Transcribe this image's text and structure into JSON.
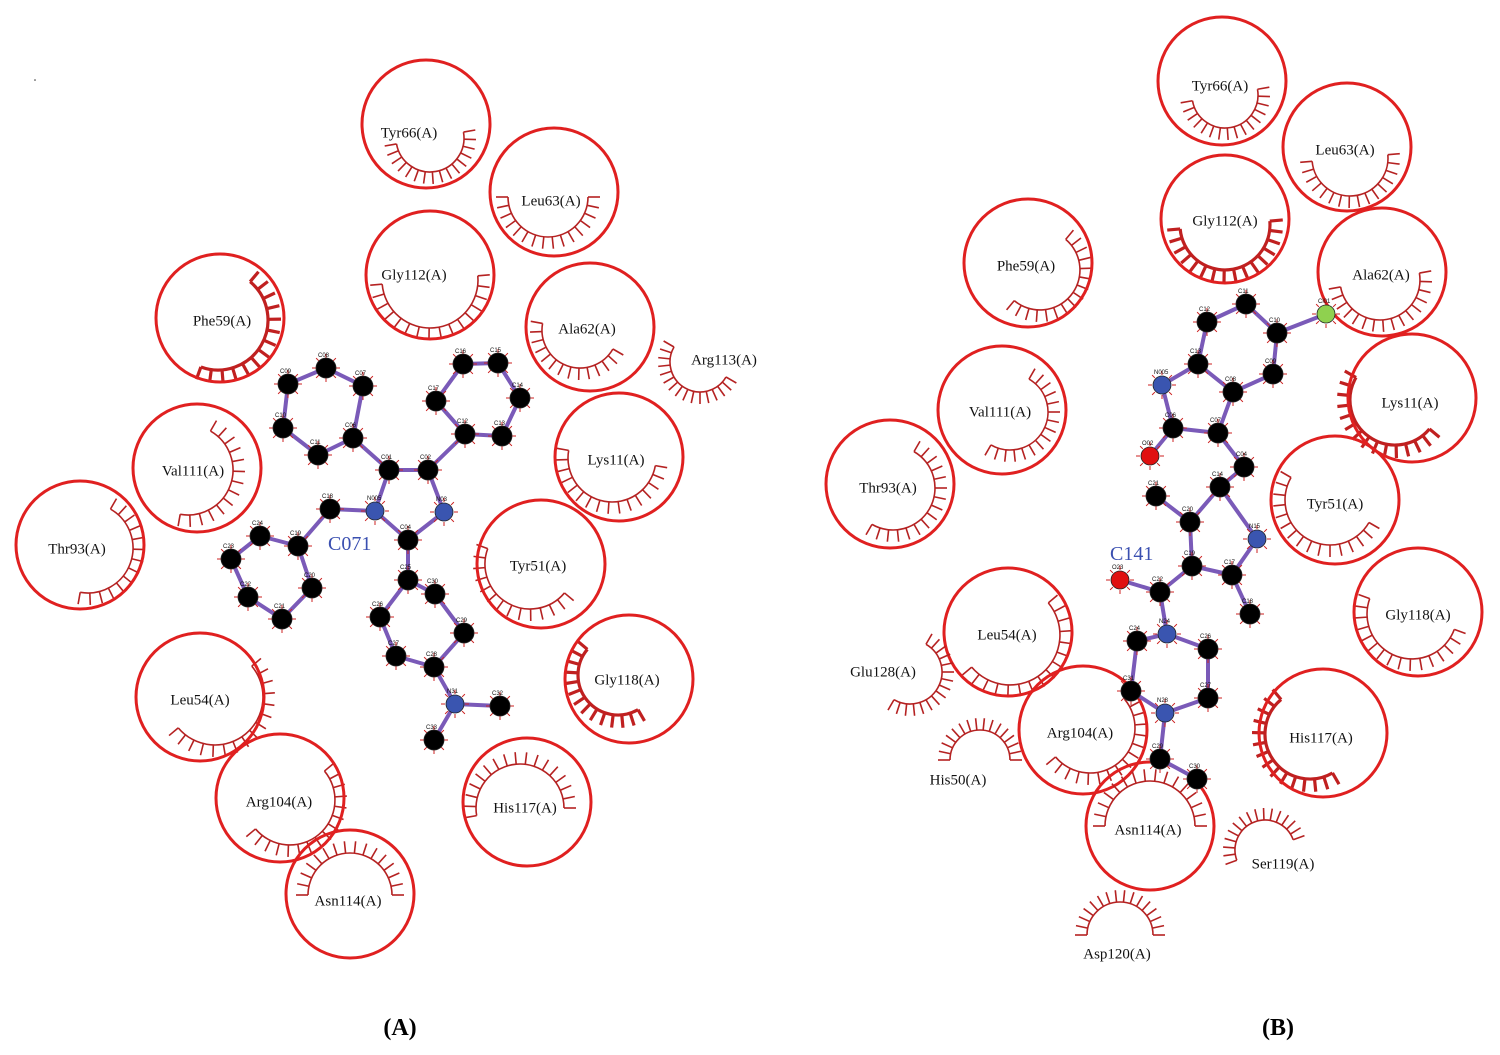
{
  "panels": [
    {
      "id": "A",
      "label": "(A)",
      "ligand": "C071",
      "residues": [
        {
          "name": "Tyr66(A)",
          "circled": true,
          "thick": false
        },
        {
          "name": "Leu63(A)",
          "circled": true,
          "thick": false
        },
        {
          "name": "Gly112(A)",
          "circled": true,
          "thick": false
        },
        {
          "name": "Phe59(A)",
          "circled": true,
          "thick": true
        },
        {
          "name": "Ala62(A)",
          "circled": true,
          "thick": false
        },
        {
          "name": "Arg113(A)",
          "circled": false,
          "thick": false
        },
        {
          "name": "Val111(A)",
          "circled": true,
          "thick": false
        },
        {
          "name": "Lys11(A)",
          "circled": true,
          "thick": false
        },
        {
          "name": "Thr93(A)",
          "circled": true,
          "thick": false
        },
        {
          "name": "Tyr51(A)",
          "circled": true,
          "thick": false
        },
        {
          "name": "Gly118(A)",
          "circled": true,
          "thick": true
        },
        {
          "name": "Leu54(A)",
          "circled": true,
          "thick": false
        },
        {
          "name": "Arg104(A)",
          "circled": true,
          "thick": false
        },
        {
          "name": "His117(A)",
          "circled": true,
          "thick": false
        },
        {
          "name": "Asn114(A)",
          "circled": true,
          "thick": false
        }
      ],
      "atoms": [
        {
          "label": "C08",
          "el": "C"
        },
        {
          "label": "C09",
          "el": "C"
        },
        {
          "label": "C07",
          "el": "C"
        },
        {
          "label": "C10",
          "el": "C"
        },
        {
          "label": "C06",
          "el": "C"
        },
        {
          "label": "C11",
          "el": "C"
        },
        {
          "label": "C01",
          "el": "C"
        },
        {
          "label": "C02",
          "el": "C"
        },
        {
          "label": "N03",
          "el": "N"
        },
        {
          "label": "C04",
          "el": "C"
        },
        {
          "label": "N005",
          "el": "N"
        },
        {
          "label": "C18",
          "el": "C"
        },
        {
          "label": "C19",
          "el": "C"
        },
        {
          "label": "C20",
          "el": "C"
        },
        {
          "label": "C21",
          "el": "C"
        },
        {
          "label": "C22",
          "el": "C"
        },
        {
          "label": "C23",
          "el": "C"
        },
        {
          "label": "C24",
          "el": "C"
        },
        {
          "label": "C16",
          "el": "C"
        },
        {
          "label": "C15",
          "el": "C"
        },
        {
          "label": "C17",
          "el": "C"
        },
        {
          "label": "C14",
          "el": "C"
        },
        {
          "label": "C12",
          "el": "C"
        },
        {
          "label": "C13",
          "el": "C"
        },
        {
          "label": "C25",
          "el": "C"
        },
        {
          "label": "C26",
          "el": "C"
        },
        {
          "label": "C27",
          "el": "C"
        },
        {
          "label": "C28",
          "el": "C"
        },
        {
          "label": "C29",
          "el": "C"
        },
        {
          "label": "C30",
          "el": "C"
        },
        {
          "label": "N31",
          "el": "N"
        },
        {
          "label": "C32",
          "el": "C"
        },
        {
          "label": "C33",
          "el": "C"
        }
      ]
    },
    {
      "id": "B",
      "label": "(B)",
      "ligand": "C141",
      "residues": [
        {
          "name": "Tyr66(A)",
          "circled": true,
          "thick": false
        },
        {
          "name": "Leu63(A)",
          "circled": true,
          "thick": false
        },
        {
          "name": "Gly112(A)",
          "circled": true,
          "thick": true
        },
        {
          "name": "Phe59(A)",
          "circled": true,
          "thick": false
        },
        {
          "name": "Ala62(A)",
          "circled": true,
          "thick": false
        },
        {
          "name": "Val111(A)",
          "circled": true,
          "thick": false
        },
        {
          "name": "Lys11(A)",
          "circled": true,
          "thick": true
        },
        {
          "name": "Thr93(A)",
          "circled": true,
          "thick": false
        },
        {
          "name": "Tyr51(A)",
          "circled": true,
          "thick": false
        },
        {
          "name": "Gly118(A)",
          "circled": true,
          "thick": false
        },
        {
          "name": "Leu54(A)",
          "circled": true,
          "thick": false
        },
        {
          "name": "Glu128(A)",
          "circled": false,
          "thick": false
        },
        {
          "name": "Arg104(A)",
          "circled": true,
          "thick": false
        },
        {
          "name": "His117(A)",
          "circled": true,
          "thick": true
        },
        {
          "name": "His50(A)",
          "circled": false,
          "thick": false
        },
        {
          "name": "Asn114(A)",
          "circled": true,
          "thick": false
        },
        {
          "name": "Ser119(A)",
          "circled": false,
          "thick": false
        },
        {
          "name": "Asp120(A)",
          "circled": false,
          "thick": false
        }
      ],
      "atoms": [
        {
          "label": "C12",
          "el": "C"
        },
        {
          "label": "C11",
          "el": "C"
        },
        {
          "label": "Cl01",
          "el": "Cl"
        },
        {
          "label": "C13",
          "el": "C"
        },
        {
          "label": "C10",
          "el": "C"
        },
        {
          "label": "N005",
          "el": "N"
        },
        {
          "label": "C09",
          "el": "C"
        },
        {
          "label": "C08",
          "el": "C"
        },
        {
          "label": "C06",
          "el": "C"
        },
        {
          "label": "C07",
          "el": "C"
        },
        {
          "label": "O02",
          "el": "O"
        },
        {
          "label": "C04",
          "el": "C"
        },
        {
          "label": "C21",
          "el": "C"
        },
        {
          "label": "C14",
          "el": "C"
        },
        {
          "label": "N15",
          "el": "N"
        },
        {
          "label": "C20",
          "el": "C"
        },
        {
          "label": "C19",
          "el": "C"
        },
        {
          "label": "C17",
          "el": "C"
        },
        {
          "label": "O23",
          "el": "O"
        },
        {
          "label": "C22",
          "el": "C"
        },
        {
          "label": "C18",
          "el": "C"
        },
        {
          "label": "C24",
          "el": "C"
        },
        {
          "label": "N24",
          "el": "N"
        },
        {
          "label": "C26",
          "el": "C"
        },
        {
          "label": "C27",
          "el": "C"
        },
        {
          "label": "C31",
          "el": "C"
        },
        {
          "label": "N28",
          "el": "N"
        },
        {
          "label": "C29",
          "el": "C"
        },
        {
          "label": "C30",
          "el": "C"
        }
      ]
    }
  ],
  "colors": {
    "circle": "#e02020",
    "arc": "#b52222",
    "bond": "#7a5ab8",
    "carbon": "#000000",
    "nitrogen": "#3a55b0",
    "oxygen": "#e01010",
    "chlorine": "#8fd14f",
    "ligand_label": "#3a4fb0"
  }
}
